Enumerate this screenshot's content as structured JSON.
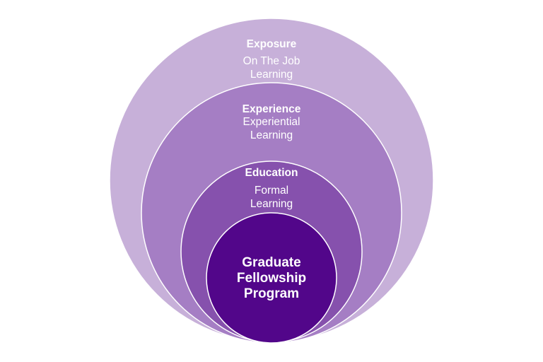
{
  "diagram": {
    "rings": [
      {
        "key": "exposure",
        "title": "Exposure",
        "subtitle_lines": [
          "On The Job",
          "Learning"
        ],
        "color": "#c7b0d9"
      },
      {
        "key": "experience",
        "title": "Experience",
        "subtitle_lines": [
          "Experiential",
          "Learning"
        ],
        "color": "#a57ec4"
      },
      {
        "key": "education",
        "title": "Education",
        "subtitle_lines": [
          "Formal",
          "Learning"
        ],
        "color": "#8651ad"
      },
      {
        "key": "core",
        "title_lines": [
          "Graduate",
          "Fellowship",
          "Program"
        ],
        "color": "#52068a"
      }
    ],
    "text_color": "#ffffff",
    "background": "#ffffff"
  }
}
